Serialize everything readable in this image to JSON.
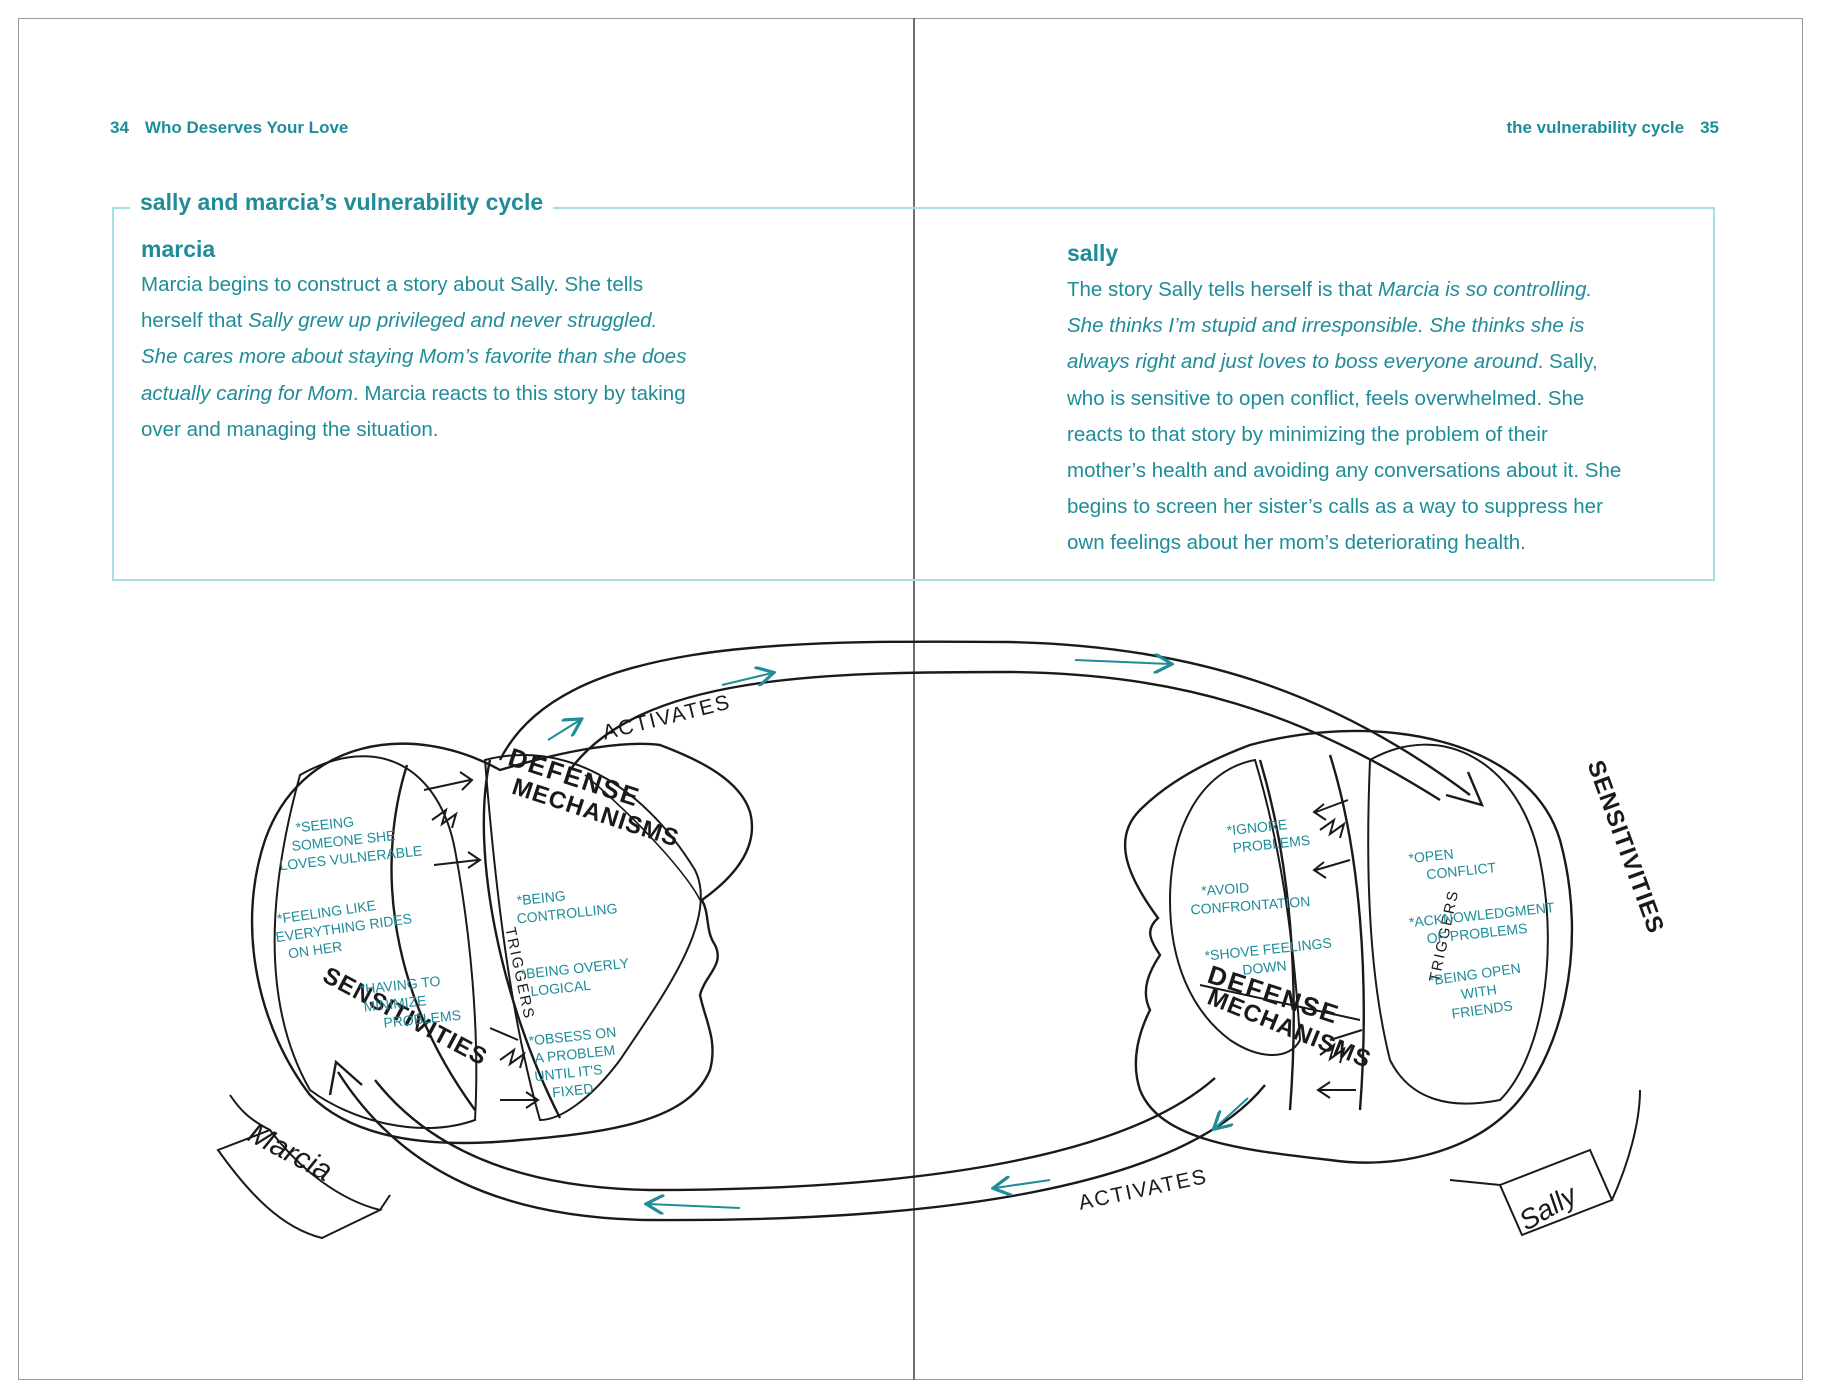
{
  "left_page": {
    "number": "34",
    "running_head": "Who Deserves Your Love"
  },
  "right_page": {
    "number": "35",
    "running_head": "the vulnerability cycle"
  },
  "box": {
    "title": "sally and marcia’s vulnerability cycle",
    "marcia": {
      "heading": "marcia",
      "lines": [
        [
          {
            "t": "Marcia begins to construct a story about Sally. She tells",
            "i": false
          }
        ],
        [
          {
            "t": "herself that ",
            "i": false
          },
          {
            "t": "Sally grew up privileged and never struggled.",
            "i": true
          }
        ],
        [
          {
            "t": "She cares more about staying Mom’s favorite than she does",
            "i": true
          }
        ],
        [
          {
            "t": "actually caring for Mom",
            "i": true
          },
          {
            "t": ". Marcia reacts to this story by taking",
            "i": false
          }
        ],
        [
          {
            "t": "over and managing the situation.",
            "i": false
          }
        ]
      ]
    },
    "sally": {
      "heading": "sally",
      "lines": [
        [
          {
            "t": "The story Sally tells herself is that ",
            "i": false
          },
          {
            "t": "Marcia is so controlling.",
            "i": true
          }
        ],
        [
          {
            "t": "She thinks I’m stupid and irresponsible. She thinks she is",
            "i": true
          }
        ],
        [
          {
            "t": "always right and just loves to boss everyone around",
            "i": true
          },
          {
            "t": ". Sally,",
            "i": false
          }
        ],
        [
          {
            "t": "who is sensitive to open conflict, feels overwhelmed. She",
            "i": false
          }
        ],
        [
          {
            "t": "reacts to that story by minimizing the problem of their",
            "i": false
          }
        ],
        [
          {
            "t": "mother’s health and avoiding any conversations about it. She",
            "i": false
          }
        ],
        [
          {
            "t": "begins to screen her sister’s calls as a way to suppress her",
            "i": false
          }
        ],
        [
          {
            "t": "own feelings about her mom’s deteriorating health.",
            "i": false
          }
        ]
      ]
    }
  },
  "diagram": {
    "activates_top": "ACTIVATES",
    "activates_bottom": "ACTIVATES",
    "marcia": {
      "name": "Marcia",
      "sensitivities_label": "SENSITIVITIES",
      "defense_label_1": "DEFENSE",
      "defense_label_2": "MECHANISMS",
      "triggers_label": "TRIGGERS",
      "sensitivities": [
        [
          "*SEEING",
          "SOMEONE SHE",
          "LOVES VULNERABLE"
        ],
        [
          "*FEELING LIKE",
          "EVERYTHING RIDES",
          "ON HER"
        ],
        [
          "*HAVING TO",
          "MINIMIZE",
          "PROBLEMS"
        ]
      ],
      "defenses": [
        [
          "*BEING",
          "CONTROLLING"
        ],
        [
          "*BEING OVERLY",
          "LOGICAL"
        ],
        [
          "*OBSESS ON",
          "A PROBLEM",
          "UNTIL IT'S",
          "FIXED"
        ]
      ]
    },
    "sally": {
      "name": "Sally",
      "sensitivities_label": "SENSITIVITIES",
      "defense_label_1": "DEFENSE",
      "defense_label_2": "MECHANISMS",
      "triggers_label": "TRIGGERS",
      "defenses": [
        [
          "*IGNORE",
          "PROBLEMS"
        ],
        [
          "*AVOID",
          "CONFRONTATION"
        ],
        [
          "*SHOVE FEELINGS",
          "DOWN"
        ]
      ],
      "sensitivities": [
        [
          "*OPEN",
          "CONFLICT"
        ],
        [
          "*ACKNOWLEDGMENT",
          "OF PROBLEMS"
        ],
        [
          "*BEING OPEN",
          "WITH",
          "FRIENDS"
        ]
      ]
    },
    "colors": {
      "ink": "#1a1a1a",
      "teal": "#1f8c98",
      "box_border": "#a9dde1"
    }
  }
}
